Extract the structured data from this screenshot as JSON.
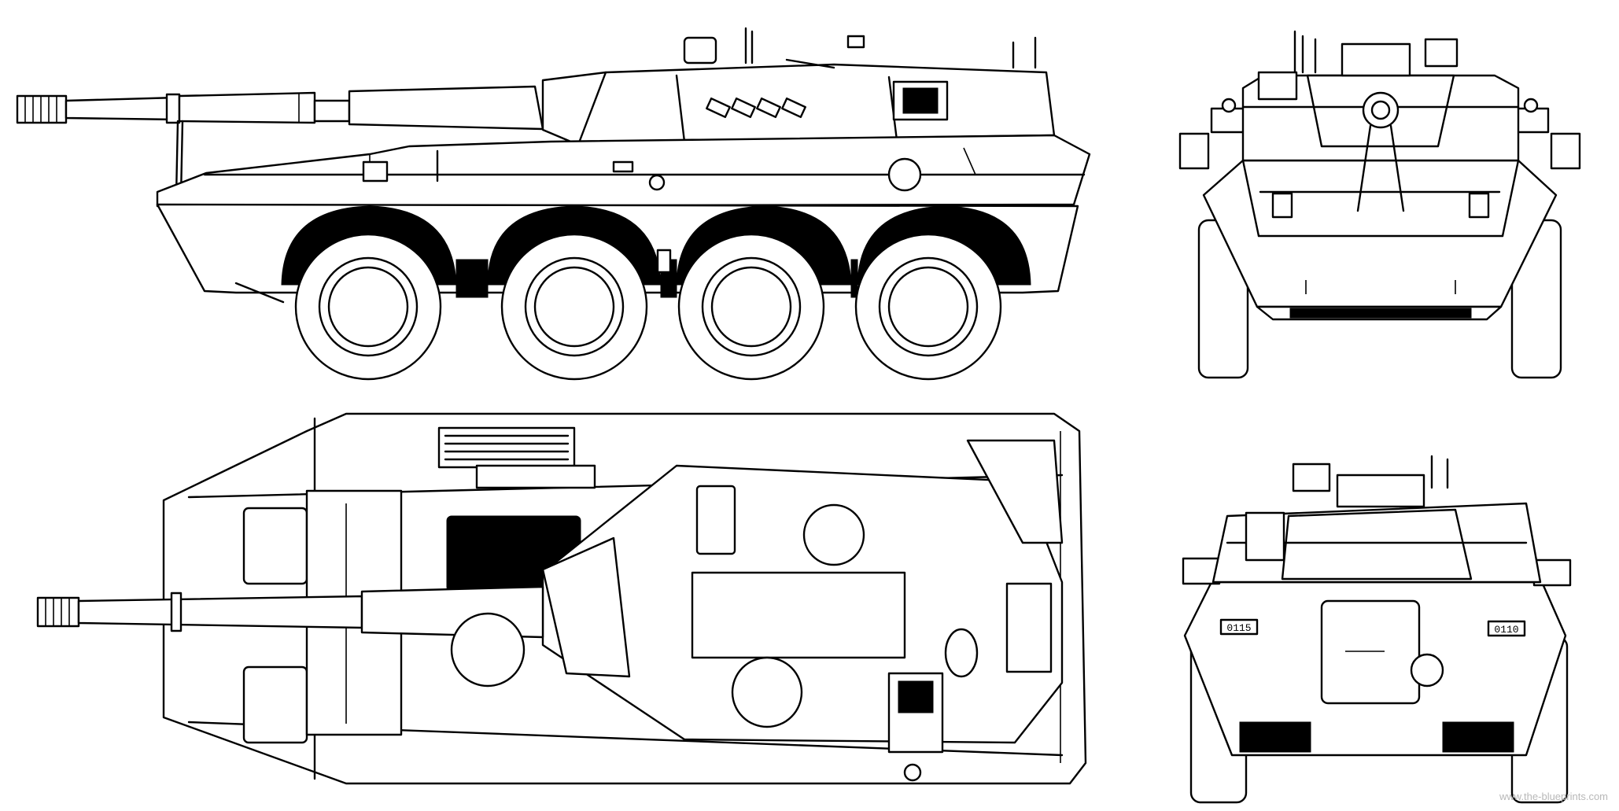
{
  "drawing": {
    "subject": "8x8 wheeled tank destroyer blueprint",
    "views": [
      "side",
      "front",
      "top",
      "rear"
    ],
    "line_color": "#000000",
    "background_color": "#ffffff"
  },
  "rear_plates": {
    "left": "0115",
    "right": "0110"
  },
  "watermark": "www.the-blueprints.com"
}
